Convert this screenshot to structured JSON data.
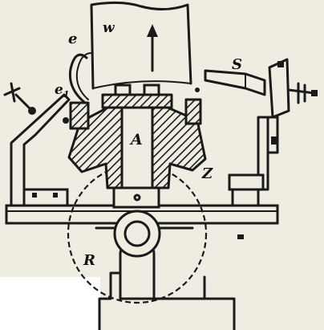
{
  "labels": {
    "w": "w",
    "e": "e",
    "e1": "e",
    "e1_sub": "1",
    "s": "S",
    "a": "A",
    "z": "Z",
    "r": "R"
  }
}
